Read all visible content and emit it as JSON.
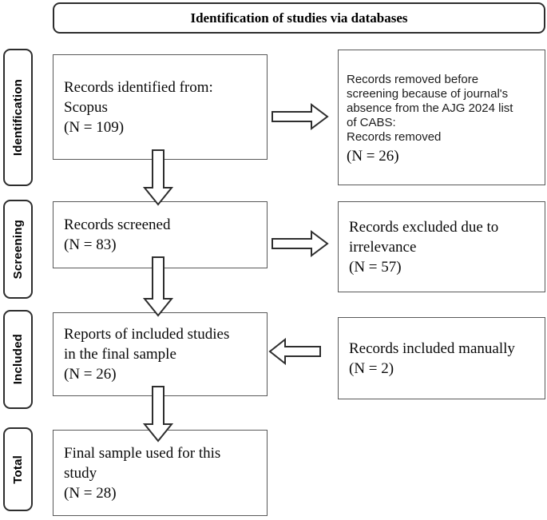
{
  "header": {
    "title": "Identification of studies via databases"
  },
  "stages": [
    {
      "label": "Identification"
    },
    {
      "label": "Screening"
    },
    {
      "label": "Included"
    },
    {
      "label": "Total"
    }
  ],
  "boxes": {
    "identified": {
      "lines": [
        "Records identified from:",
        "Scopus",
        "(N = 109)"
      ]
    },
    "removed": {
      "reason_lines": [
        "Records removed before",
        "screening because of journal's",
        "absence from the AJG 2024 list",
        "of CABS:",
        "Records removed"
      ],
      "count": "(N = 26)"
    },
    "screened": {
      "lines": [
        "Records screened",
        "(N = 83)"
      ]
    },
    "excluded": {
      "lines": [
        "Records excluded due to",
        "irrelevance",
        "(N = 57)"
      ]
    },
    "included": {
      "lines": [
        "Reports of included studies",
        "in the final sample",
        "(N = 26)"
      ]
    },
    "manual": {
      "lines": [
        "Records included manually",
        "(N = 2)"
      ]
    },
    "final": {
      "lines": [
        "Final sample used for this",
        "study",
        "(N = 28)"
      ]
    }
  },
  "colors": {
    "background": "#ffffff",
    "frame_border": "#2d2d2d",
    "box_border": "#595959",
    "arrow_stroke": "#2e2e2e",
    "text": "#0a0a0a"
  }
}
